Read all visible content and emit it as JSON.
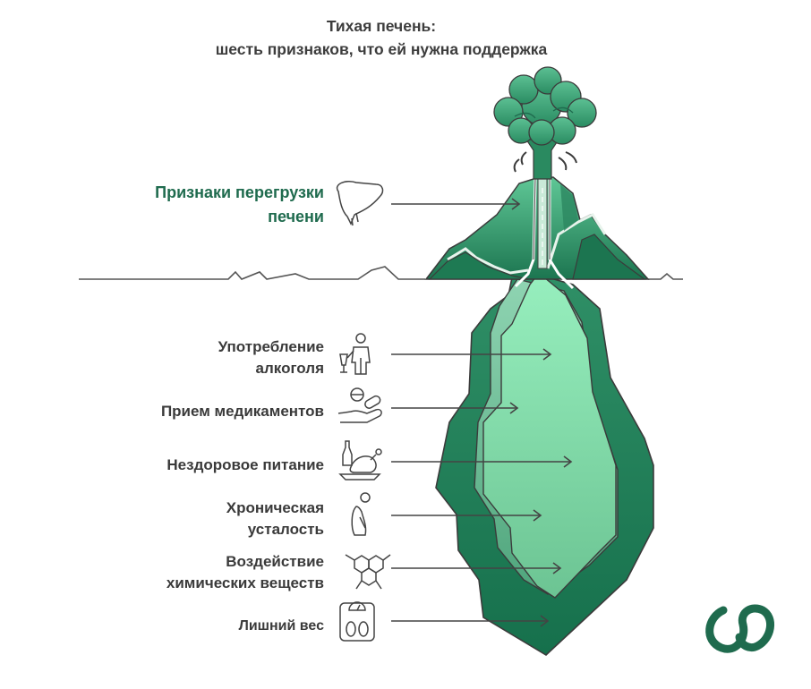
{
  "title": {
    "line1": "Тихая печень:",
    "line2": "шесть признаков, что ей нужна поддержка"
  },
  "top_label": {
    "line1": "Признаки перегрузки",
    "line2": "печени",
    "icon": "liver-icon",
    "color": "#1f6b4e"
  },
  "causes": [
    {
      "line1": "Употребление",
      "line2": "алкоголя",
      "icon": "person-with-glass-icon"
    },
    {
      "line1": "Прием медикаментов",
      "line2": "",
      "icon": "pills-in-hand-icon"
    },
    {
      "line1": "Нездоровое питание",
      "line2": "",
      "icon": "fast-food-icon"
    },
    {
      "line1": "Хроническая",
      "line2": "усталость",
      "icon": "tired-person-icon"
    },
    {
      "line1": "Воздействие",
      "line2": "химических веществ",
      "icon": "chemical-molecule-icon"
    },
    {
      "line1": "Лишний вес",
      "line2": "",
      "icon": "bathroom-scale-icon"
    }
  ],
  "colors": {
    "text": "#3d3d3d",
    "accent": "#1f6b4e",
    "iceberg_dark": "#2f8a62",
    "iceberg_mid": "#7cc4a2",
    "iceberg_light": "#8fe6b6",
    "smoke": "#4aae84",
    "outline": "#444444"
  },
  "logo": {
    "icon": "brand-logo-icon",
    "color": "#1f6b4e"
  }
}
